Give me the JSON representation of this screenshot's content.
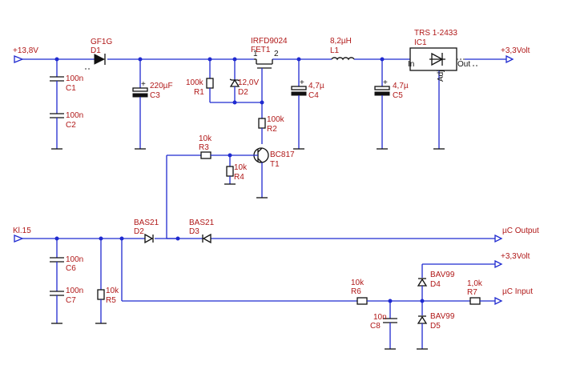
{
  "nets": {
    "vin": "+13,8V",
    "vout_top": "+3,3Volt",
    "kl15": "Kl.15",
    "uc_output": "µC Output",
    "vout_right": "+3,3Volt",
    "uc_input": "µC Input"
  },
  "components": {
    "D1": {
      "value": "GF1G",
      "ref": "D1"
    },
    "C1": {
      "value": "100n",
      "ref": "C1"
    },
    "C2": {
      "value": "100n",
      "ref": "C2"
    },
    "C3": {
      "value": "220µF",
      "ref": "C3"
    },
    "R1": {
      "value": "100k",
      "ref": "R1"
    },
    "D2Z": {
      "value": "12,0V",
      "ref": "D2"
    },
    "FET1": {
      "value": "IRFD9024",
      "ref": "FET1",
      "pin1": "1",
      "pin2": "2"
    },
    "L1": {
      "value": "8,2µH",
      "ref": "L1"
    },
    "C4": {
      "value": "4,7µ",
      "ref": "C4"
    },
    "C5": {
      "value": "4,7µ",
      "ref": "C5"
    },
    "IC1": {
      "value": "TRS 1-2433",
      "ref": "IC1",
      "pin_in": "In",
      "pin_out": "Out",
      "pin_adj": "Adj"
    },
    "R2": {
      "value": "100k",
      "ref": "R2"
    },
    "R3": {
      "value": "10k",
      "ref": "R3"
    },
    "T1": {
      "value": "BC817",
      "ref": "T1"
    },
    "R4": {
      "value": "10k",
      "ref": "R4"
    },
    "D2B": {
      "value": "BAS21",
      "ref": "D2"
    },
    "D3": {
      "value": "BAS21",
      "ref": "D3"
    },
    "C6": {
      "value": "100n",
      "ref": "C6"
    },
    "C7": {
      "value": "100n",
      "ref": "C7"
    },
    "R5": {
      "value": "10k",
      "ref": "R5"
    },
    "R6": {
      "value": "10k",
      "ref": "R6"
    },
    "C8": {
      "value": "10n",
      "ref": "C8"
    },
    "D4": {
      "value": "BAV99",
      "ref": "D4"
    },
    "D5": {
      "value": "BAV99",
      "ref": "D5"
    },
    "R7": {
      "value": "1,0k",
      "ref": "R7"
    }
  },
  "colors": {
    "wire": "#1f2ad0",
    "component_text": "#b01818",
    "component": "#111111"
  }
}
